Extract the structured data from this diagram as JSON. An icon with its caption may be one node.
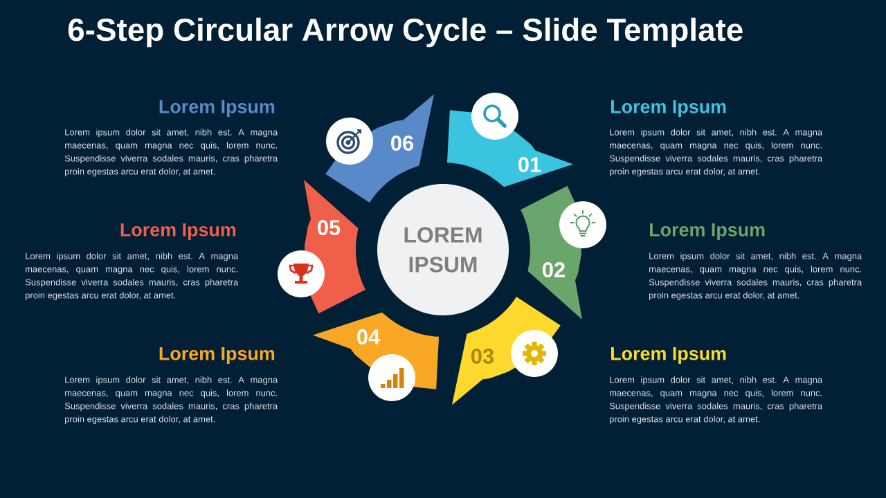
{
  "diagram": {
    "title": "6-Step Circular Arrow Cycle – Slide Template",
    "nodes": [
      {
        "text": [
          "LOREM IPSUM"
        ]
      },
      {
        "text": [
          "01"
        ],
        "beside": [
          "Lorem Ipsum",
          "Lorem ipsum dolor sit amet, nibh est. A magna maecenas, quam magna nec quis, lorem nunc. Suspendisse viverra sodales mauris, cras pharetra proin egestas arcu erat dolor, at amet."
        ]
      },
      {
        "text": [
          "02"
        ],
        "beside": [
          "Lorem Ipsum",
          "Lorem ipsum dolor sit amet, nibh est. A magna maecenas, quam magna nec quis, lorem nunc. Suspendisse viverra sodales mauris, cras pharetra proin egestas arcu erat dolor, at amet."
        ]
      },
      {
        "text": [
          "03"
        ],
        "beside": [
          "Lorem Ipsum",
          "Lorem ipsum dolor sit amet, nibh est. A magna maecenas, quam magna nec quis, lorem nunc. Suspendisse viverra sodales mauris, cras pharetra proin egestas arcu erat dolor, at amet."
        ]
      },
      {
        "text": [
          "04"
        ],
        "beside": [
          "Lorem Ipsum",
          "Lorem ipsum dolor sit amet, nibh est. A magna maecenas, quam magna nec quis, lorem nunc. Suspendisse viverra sodales mauris, cras pharetra proin egestas arcu erat dolor, at amet."
        ]
      },
      {
        "text": [
          "05"
        ],
        "beside": [
          "Lorem Ipsum",
          "Lorem ipsum dolor sit amet, nibh est. A magna maecenas, quam magna nec quis, lorem nunc. Suspendisse viverra sodales mauris, cras pharetra proin egestas arcu erat dolor, at amet."
        ]
      },
      {
        "text": [
          "06"
        ],
        "beside": [
          "Lorem Ipsum",
          "Lorem ipsum dolor sit amet, nibh est. A magna maecenas, quam magna nec quis, lorem nunc. Suspendisse viverra sodales mauris, cras pharetra proin egestas arcu erat dolor, at amet."
        ]
      }
    ]
  }
}
